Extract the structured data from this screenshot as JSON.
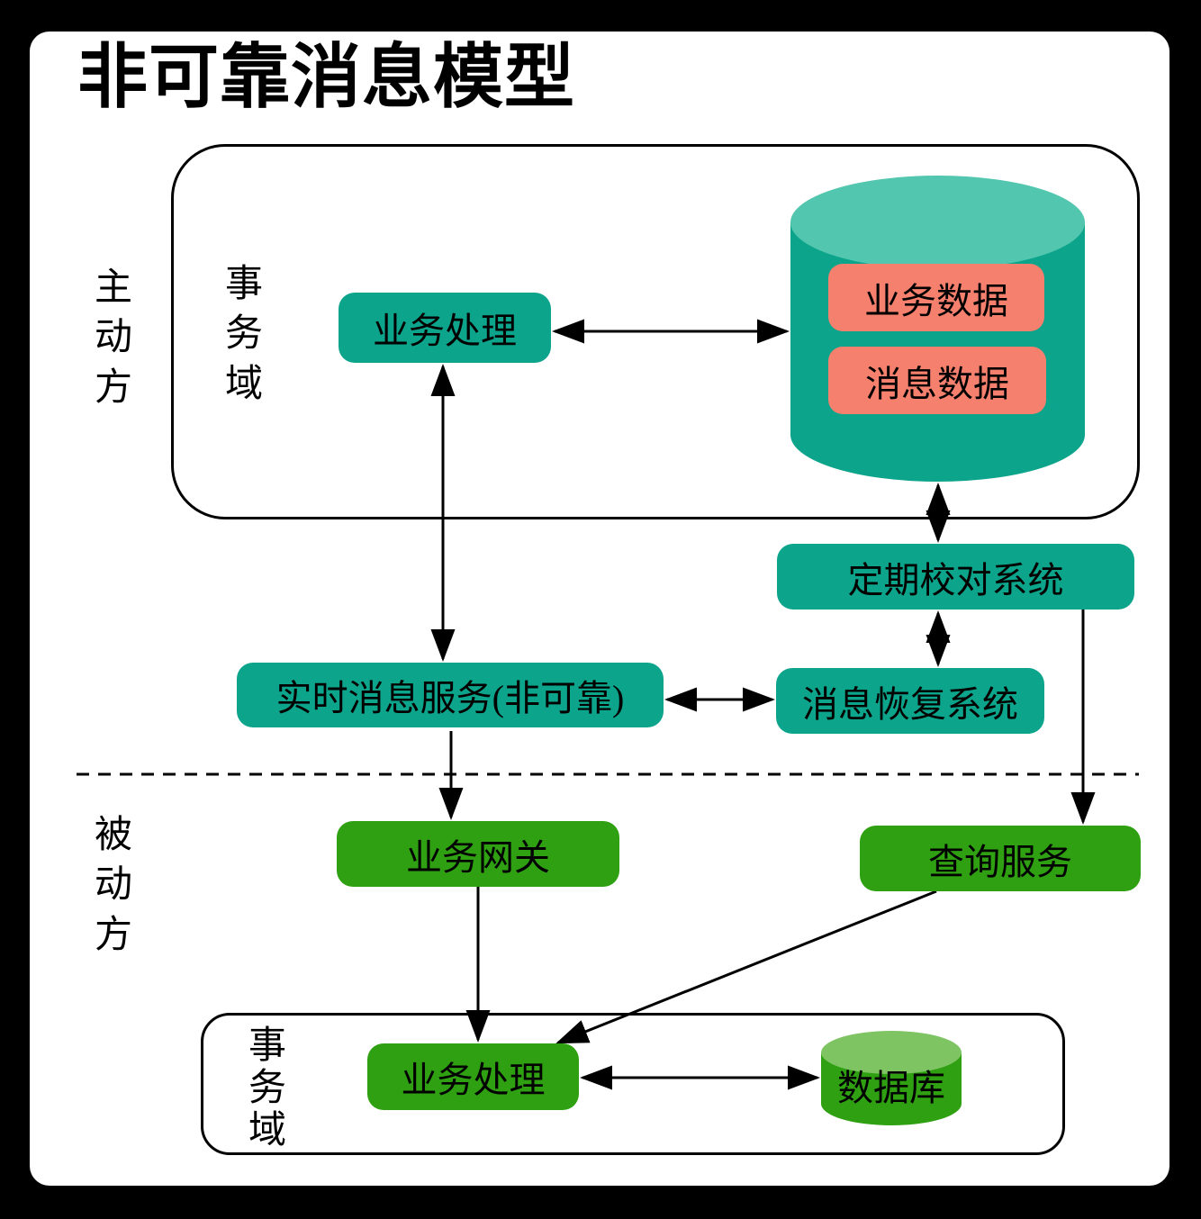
{
  "title": "非可靠消息模型",
  "labels": {
    "active_party": "主动方",
    "passive_party": "被动方",
    "transaction_domain_top": "事务域",
    "transaction_domain_bottom": "事务域"
  },
  "nodes": {
    "business_processing_top": "业务处理",
    "business_data": "业务数据",
    "message_data": "消息数据",
    "periodic_reconciliation": "定期校对系统",
    "realtime_message_service": "实时消息服务(非可靠)",
    "message_recovery": "消息恢复系统",
    "business_gateway": "业务网关",
    "query_service": "查询服务",
    "business_processing_bottom": "业务处理",
    "database_bottom": "数据库"
  },
  "edges": [
    {
      "from": "business_processing_top",
      "to": "main_database",
      "type": "bidirectional"
    },
    {
      "from": "business_processing_top",
      "to": "realtime_message_service",
      "type": "bidirectional"
    },
    {
      "from": "main_database",
      "to": "periodic_reconciliation",
      "type": "bidirectional"
    },
    {
      "from": "periodic_reconciliation",
      "to": "message_recovery",
      "type": "bidirectional"
    },
    {
      "from": "realtime_message_service",
      "to": "message_recovery",
      "type": "bidirectional"
    },
    {
      "from": "realtime_message_service",
      "to": "business_gateway",
      "type": "directed"
    },
    {
      "from": "periodic_reconciliation",
      "to": "query_service",
      "type": "directed"
    },
    {
      "from": "business_gateway",
      "to": "business_processing_bottom",
      "type": "directed"
    },
    {
      "from": "query_service",
      "to": "business_processing_bottom",
      "type": "directed"
    },
    {
      "from": "business_processing_bottom",
      "to": "database_bottom",
      "type": "bidirectional"
    }
  ],
  "separator": {
    "style": "dashed",
    "between": [
      "主动方",
      "被动方"
    ]
  },
  "colors": {
    "page": "#000000",
    "panel": "#FFFFFF",
    "ink": "#000000",
    "teal": "#0DA48C",
    "teal_light": "#52C6AE",
    "green": "#2FA012",
    "green_light": "#7FC463",
    "salmon": "#F5806E"
  }
}
